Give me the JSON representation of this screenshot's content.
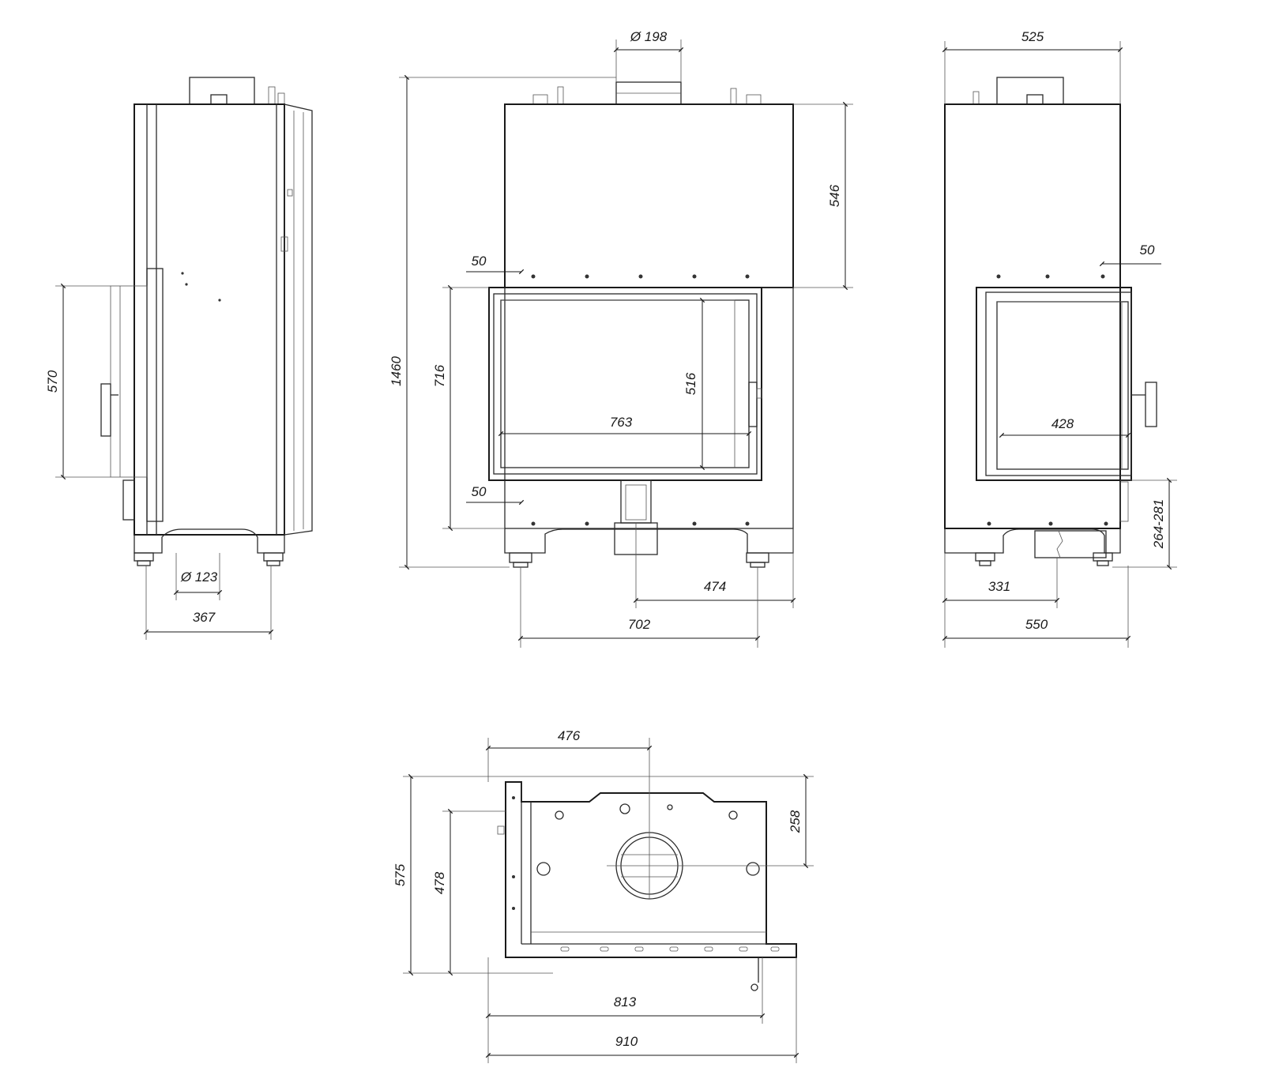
{
  "drawing": {
    "side_view": {
      "door_height": "570",
      "pipe_diameter": "Ø 123",
      "depth": "367"
    },
    "front_view": {
      "flue_diameter": "Ø 198",
      "total_height": "1460",
      "top_section_height": "546",
      "top_offset": "50",
      "door_opening_height": "716",
      "glass_height": "516",
      "glass_width": "763",
      "bottom_offset": "50",
      "flue_offset": "474",
      "base_width": "702"
    },
    "right_view": {
      "top_width": "525",
      "top_offset": "50",
      "glass_width": "428",
      "flue_height_range": "264-281",
      "flue_offset": "331",
      "base_width": "550"
    },
    "top_view": {
      "flue_offset_x": "476",
      "flue_offset_y": "258",
      "depth_total": "575",
      "depth_inner": "478",
      "inner_width": "813",
      "total_width": "910"
    }
  }
}
